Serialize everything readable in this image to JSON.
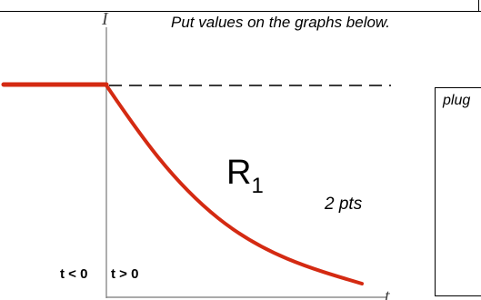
{
  "header": {
    "instruction": "Put values on the graphs below."
  },
  "graph": {
    "y_axis_label": "I",
    "x_axis_label": "t",
    "resistor_label_main": "R",
    "resistor_label_sub": "1",
    "points_label": "2 pts",
    "before_label": "t < 0",
    "after_label": "t > 0",
    "curve_color": "#d42a12"
  },
  "side_box": {
    "text": "plug"
  }
}
